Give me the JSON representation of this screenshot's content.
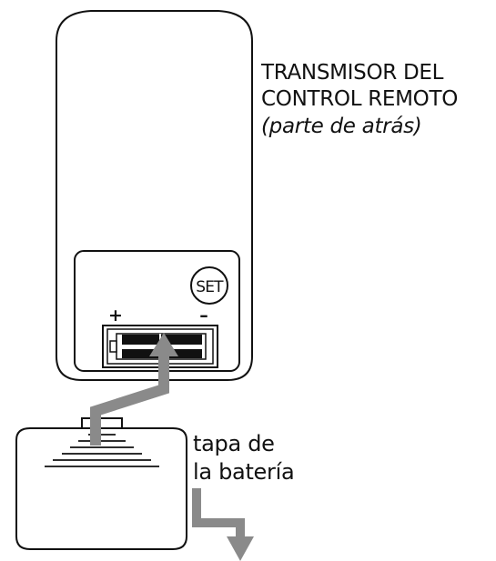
{
  "remote": {
    "title_line_1": "TRANSMISOR DEL",
    "title_line_2": "CONTROL REMOTO",
    "subtitle": "(parte de atrás)",
    "set_button_label": "SET",
    "plus_sign": "+",
    "minus_sign": "–"
  },
  "battery_cover": {
    "label_line_1": "tapa de",
    "label_line_2": "la batería"
  },
  "colors": {
    "outline": "#111111",
    "arrow": "#8a8a8a",
    "background": "#ffffff"
  },
  "icons": {
    "up_arrow": "up-arrow-icon",
    "down_arrow": "down-arrow-icon"
  }
}
